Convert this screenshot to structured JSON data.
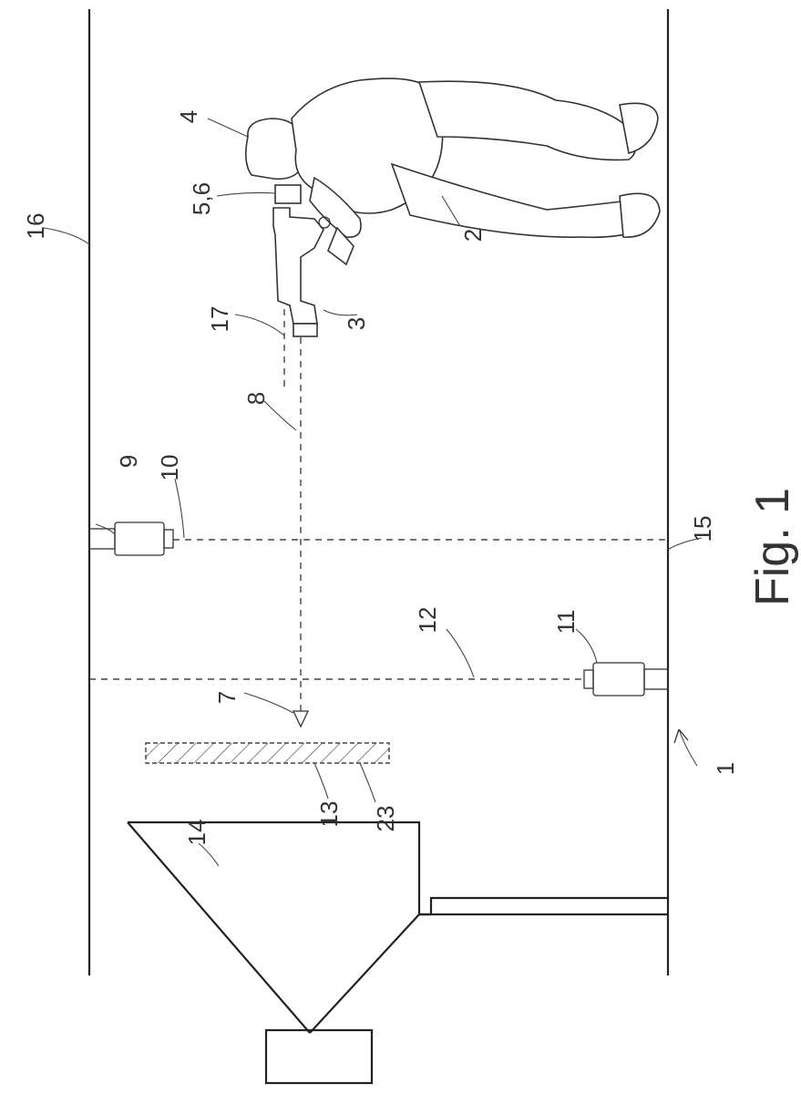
{
  "caption": "Fig. 1",
  "labels": {
    "l1": "1",
    "l2": "2",
    "l3": "3",
    "l4": "4",
    "l56": "5,6",
    "l7": "7",
    "l8": "8",
    "l9": "9",
    "l10": "10",
    "l11": "11",
    "l12": "12",
    "l13": "13",
    "l14": "14",
    "l15": "15",
    "l16": "16",
    "l17": "17",
    "l23": "23"
  }
}
